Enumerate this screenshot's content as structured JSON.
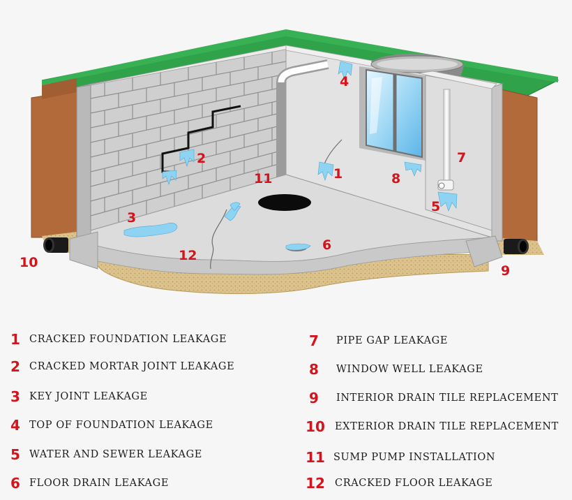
{
  "callouts": [
    {
      "n": "1"
    },
    {
      "n": "2"
    },
    {
      "n": "3"
    },
    {
      "n": "4"
    },
    {
      "n": "5"
    },
    {
      "n": "6"
    },
    {
      "n": "7"
    },
    {
      "n": "8"
    },
    {
      "n": "9"
    },
    {
      "n": "10"
    },
    {
      "n": "11"
    },
    {
      "n": "12"
    }
  ],
  "legend": [
    {
      "n": "1",
      "label": "CRACKED FOUNDATION LEAKAGE"
    },
    {
      "n": "2",
      "label": "CRACKED MORTAR JOINT LEAKAGE"
    },
    {
      "n": "3",
      "label": "KEY JOINT LEAKAGE"
    },
    {
      "n": "4",
      "label": "TOP OF FOUNDATION LEAKAGE"
    },
    {
      "n": "5",
      "label": "WATER AND SEWER LEAKAGE"
    },
    {
      "n": "6",
      "label": "FLOOR DRAIN LEAKAGE"
    },
    {
      "n": "7",
      "label": "PIPE GAP LEAKAGE"
    },
    {
      "n": "8",
      "label": "WINDOW WELL LEAKAGE"
    },
    {
      "n": "9",
      "label": "INTERIOR DRAIN TILE REPLACEMENT"
    },
    {
      "n": "10",
      "label": "EXTERIOR DRAIN TILE REPLACEMENT"
    },
    {
      "n": "11",
      "label": "SUMP PUMP INSTALLATION"
    },
    {
      "n": "12",
      "label": "CRACKED FLOOR LEAKAGE"
    }
  ],
  "colors": {
    "grass": "#2fa24a",
    "soil": "#b26a3a",
    "block_wall": "#cfcfcf",
    "concrete_wall": "#e3e3e3",
    "floor": "#dcdcdc",
    "gravel": "#d9c08a",
    "water": "#8fd3f2",
    "callout": "#d4141c"
  }
}
